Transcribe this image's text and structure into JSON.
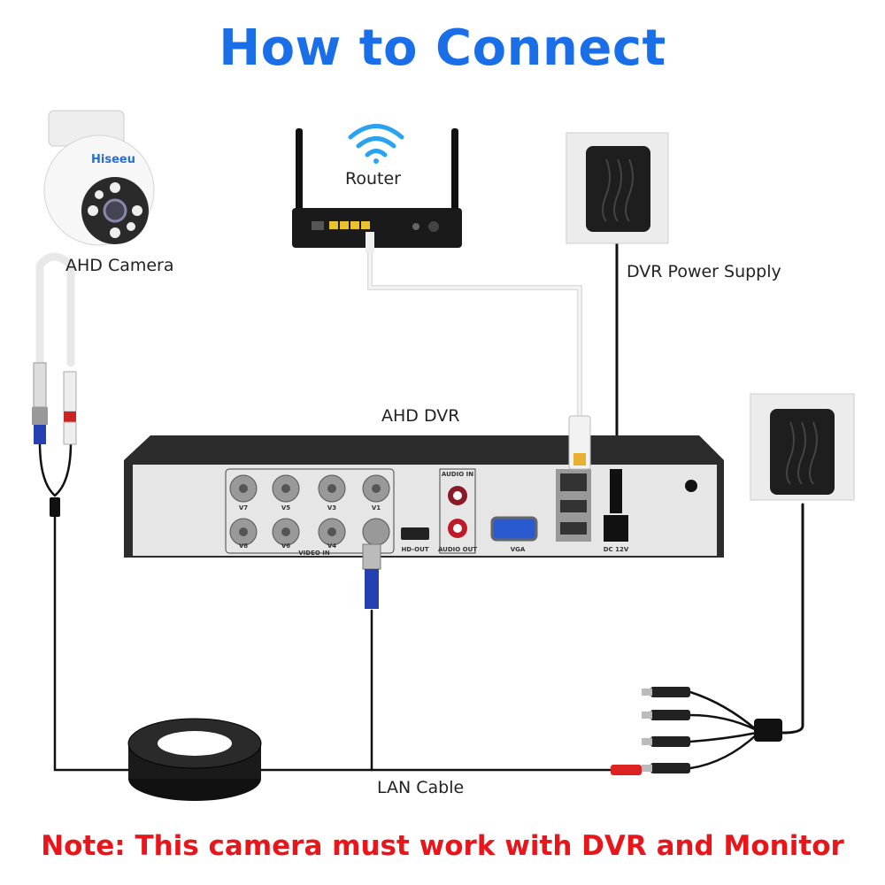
{
  "title": "How to Connect",
  "labels": {
    "camera": "AHD Camera",
    "router": "Router",
    "power_supply": "DVR Power Supply",
    "dvr": "AHD DVR",
    "cable": "LAN Cable"
  },
  "camera_brand": "Hiseeu",
  "dvr_panel": {
    "video_top": [
      "V7",
      "V5",
      "V3",
      "V1"
    ],
    "video_bottom": [
      "V8",
      "V6",
      "V4"
    ],
    "video_in": "VIDEO IN",
    "hd_out": "HD-OUT",
    "audio_in": "AUDIO IN",
    "audio_out": "AUDIO OUT",
    "vga": "VGA",
    "dc": "DC 12V"
  },
  "note": "Note: This camera must work with DVR and Monitor",
  "colors": {
    "title": "#1a6fe8",
    "note": "#e8161b",
    "wifi": "#29a3f0"
  }
}
